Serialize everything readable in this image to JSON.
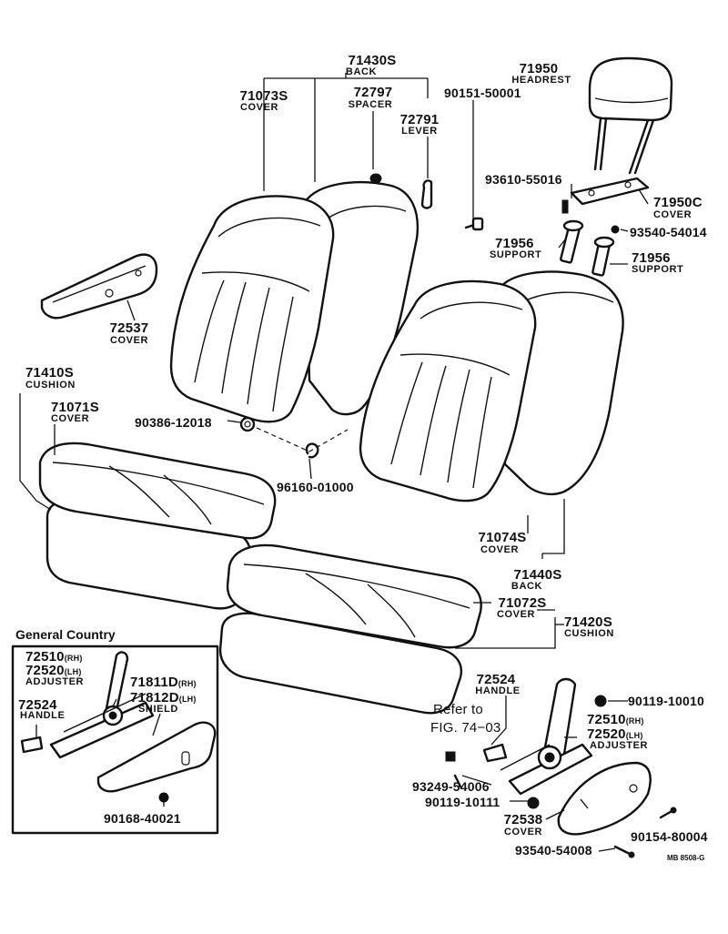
{
  "diagram_code": "MB 8508-G",
  "region_title": "General Country",
  "labels": {
    "back_71430s": {
      "number": "71430S",
      "name": "BACK"
    },
    "headrest_71950": {
      "number": "71950",
      "name": "HEADREST"
    },
    "cover_71073s": {
      "number": "71073S",
      "name": "COVER"
    },
    "spacer_72797": {
      "number": "72797",
      "name": "SPACER"
    },
    "bolt_90151": {
      "number": "90151-50001"
    },
    "lever_72791": {
      "number": "72791",
      "name": "LEVER"
    },
    "screw_93610": {
      "number": "93610-55016"
    },
    "cover_71950c": {
      "number": "71950C",
      "name": "COVER"
    },
    "screw_93540_54014": {
      "number": "93540-54014"
    },
    "support_71956_l": {
      "number": "71956",
      "name": "SUPPORT"
    },
    "support_71956_r": {
      "number": "71956",
      "name": "SUPPORT"
    },
    "cover_72537": {
      "number": "72537",
      "name": "COVER"
    },
    "cushion_71410s": {
      "number": "71410S",
      "name": "CUSHION"
    },
    "cover_71071s": {
      "number": "71071S",
      "name": "COVER"
    },
    "nut_90386": {
      "number": "90386-12018"
    },
    "clip_96160": {
      "number": "96160-01000"
    },
    "cover_71074s": {
      "number": "71074S",
      "name": "COVER"
    },
    "back_71440s": {
      "number": "71440S",
      "name": "BACK"
    },
    "cover_71072s": {
      "number": "71072S",
      "name": "COVER"
    },
    "cushion_71420s": {
      "number": "71420S",
      "name": "CUSHION"
    },
    "adjuster_gc": {
      "number_rh": "72510",
      "suffix_rh": "(RH)",
      "number_lh": "72520",
      "suffix_lh": "(LH)",
      "name": "ADJUSTER"
    },
    "shield_gc": {
      "number_rh": "71811D",
      "suffix_rh": "(RH)",
      "number_lh": "71812D",
      "suffix_lh": "(LH)",
      "name": "SHIELD"
    },
    "handle_gc": {
      "number": "72524",
      "name": "HANDLE"
    },
    "bolt_90168": {
      "number": "90168-40021"
    },
    "handle_72524": {
      "number": "72524",
      "name": "HANDLE"
    },
    "refer": {
      "line1": "Refer to",
      "line2": "FIG. 74−03"
    },
    "bolt_90119_10010": {
      "number": "90119-10010"
    },
    "adjuster_main": {
      "number_rh": "72510",
      "suffix_rh": "(RH)",
      "number_lh": "72520",
      "suffix_lh": "(LH)",
      "name": "ADJUSTER"
    },
    "screw_93249": {
      "number": "93249-54006"
    },
    "bolt_90119_10111": {
      "number": "90119-10111"
    },
    "cover_72538": {
      "number": "72538",
      "name": "COVER"
    },
    "screw_90154": {
      "number": "90154-80004"
    },
    "screw_93540_54008": {
      "number": "93540-54008"
    }
  }
}
